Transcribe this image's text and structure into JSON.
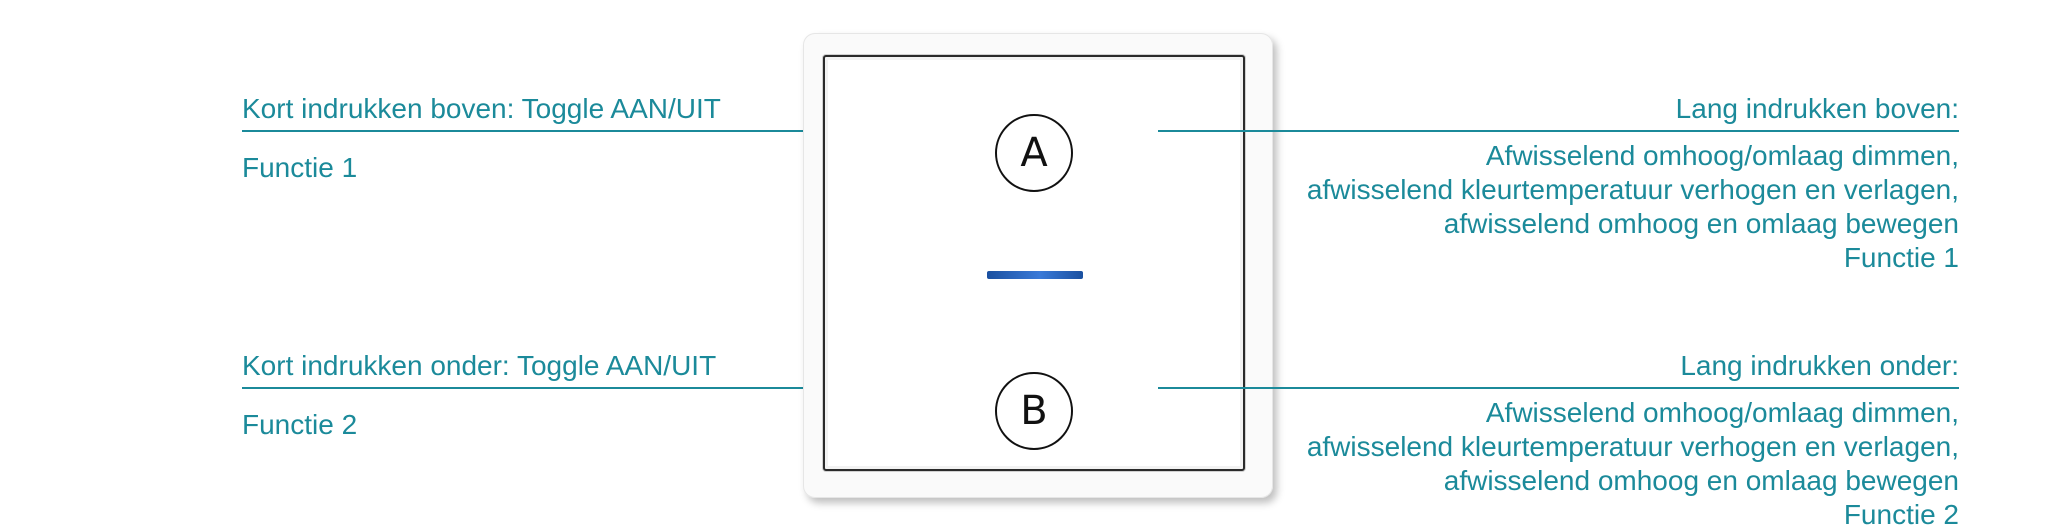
{
  "top_left": {
    "title": "Kort indrukken boven: Toggle AAN/UIT",
    "function": "Functie 1"
  },
  "bottom_left": {
    "title": "Kort indrukken onder: Toggle AAN/UIT",
    "function": "Functie 2"
  },
  "top_right": {
    "title": "Lang indrukken boven:",
    "lines": [
      "Afwisselend omhoog/omlaag dimmen,",
      "afwisselend kleurtemperatuur verhogen en verlagen,",
      "afwisselend omhoog en omlaag bewegen",
      "Functie 1"
    ]
  },
  "bottom_right": {
    "title": "Lang indrukken onder:",
    "lines": [
      "Afwisselend omhoog/omlaag dimmen,",
      "afwisselend kleurtemperatuur verhogen en verlagen,",
      "afwisselend omhoog en omlaag bewegen",
      "Functie 2"
    ]
  },
  "switch": {
    "button_a": "A",
    "button_b": "B"
  },
  "colors": {
    "accent": "#1b8a9a",
    "led": "#2a66c0"
  }
}
